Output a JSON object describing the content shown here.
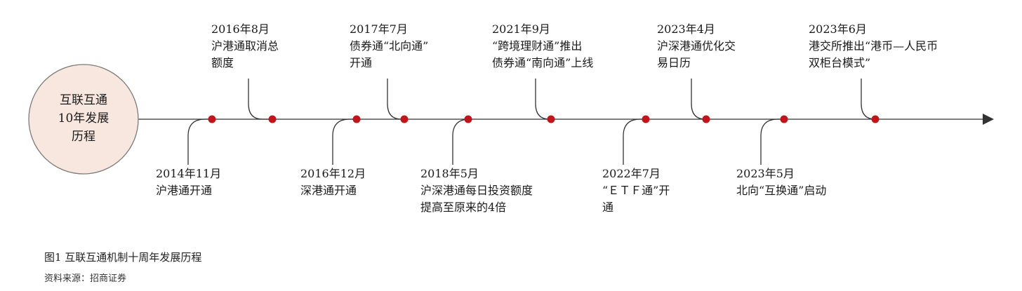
{
  "hub": {
    "lines": [
      "互联互通",
      "10年发展",
      "历程"
    ],
    "fill": "#f8e7df",
    "stroke": "#7a7a7a"
  },
  "colors": {
    "axis": "#333333",
    "dot": "#c0151a",
    "connector": "#333333"
  },
  "events": [
    {
      "lines": [
        "2014年11月",
        "沪港通开通"
      ],
      "side": "below"
    },
    {
      "lines": [
        "2016年8月",
        "沪港通取消总",
        "额度"
      ],
      "side": "above"
    },
    {
      "lines": [
        "2016年12月",
        "深港通开通"
      ],
      "side": "below"
    },
    {
      "lines": [
        "2017年7月",
        "债券通“北向通”",
        "开通"
      ],
      "side": "above"
    },
    {
      "lines": [
        "2018年5月",
        "沪深港通每日投资额度",
        "提高至原来的4倍"
      ],
      "side": "below"
    },
    {
      "lines": [
        "2021年9月",
        "“跨境理财通”推出",
        "债券通“南向通”上线"
      ],
      "side": "above"
    },
    {
      "lines": [
        "2022年7月",
        "“ＥＴＦ通”开",
        "通"
      ],
      "side": "below"
    },
    {
      "lines": [
        "2023年4月",
        "沪深港通优化交",
        "易日历"
      ],
      "side": "above"
    },
    {
      "lines": [
        "2023年5月",
        "北向“互换通”启动"
      ],
      "side": "below"
    },
    {
      "lines": [
        "2023年6月",
        "港交所推出“港币—人民币",
        "双柜台模式”"
      ],
      "side": "above"
    }
  ],
  "caption": "图1  互联互通机制十周年发展历程",
  "source": "资料来源：招商证券"
}
